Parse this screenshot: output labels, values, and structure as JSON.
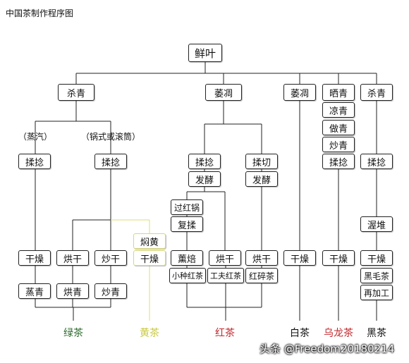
{
  "title": "中国茶制作程序图",
  "watermark": "头条 @Freedom20180214",
  "nodes": {
    "root": "鲜叶",
    "shaqing_green": "杀青",
    "weidiao_red": "萎凋",
    "weidiao_white": "萎凋",
    "shaiqing": "晒青",
    "liangqing": "凉青",
    "zuoqing": "做青",
    "chaoqing_oolong": "炒青",
    "rounian_oolong": "揉捻",
    "shaqing_dark": "杀青",
    "rounian_dark": "揉捻",
    "wodui": "渥堆",
    "ganzao_dark": "干燥",
    "heimaocha": "黑毛茶",
    "zaijiagong": "再加工",
    "ganzao_oolong": "干燥",
    "ganzao_white": "干燥",
    "zhengqi": "（蒸汽）",
    "guoshi": "（锅式或滚筒）",
    "rounian_steam": "揉捻",
    "rounian_pan": "揉捻",
    "ganzao_steam": "干燥",
    "zhengqing": "蒸青",
    "honggan": "烘干",
    "hongqing": "烘青",
    "chaogan": "炒干",
    "chaoqing_green": "炒青",
    "menhuang": "焖黄",
    "ganzao_yellow": "干燥",
    "rounian_red": "揉捻",
    "fajiao_red": "发酵",
    "rouqie": "揉切",
    "fajiao_broken": "发酵",
    "guohongguo": "过红锅",
    "furou": "复揉",
    "xunbei": "薰焙",
    "xiaozhong": "小种红茶",
    "honggan_red": "烘干",
    "gongfu": "工夫红茶",
    "honggan_broken": "烘干",
    "hongsui": "红碎茶"
  },
  "categories": {
    "green": "绿茶",
    "yellow": "黄茶",
    "red": "红茶",
    "white": "白茶",
    "oolong": "乌龙茶",
    "dark": "黑茶"
  },
  "colors": {
    "line": "#222222",
    "yellow_line": "#dcdc78",
    "green_text": "#2e6b2e",
    "yellow_text": "#c8c840",
    "red_text": "#c0282d",
    "black_text": "#111111"
  }
}
